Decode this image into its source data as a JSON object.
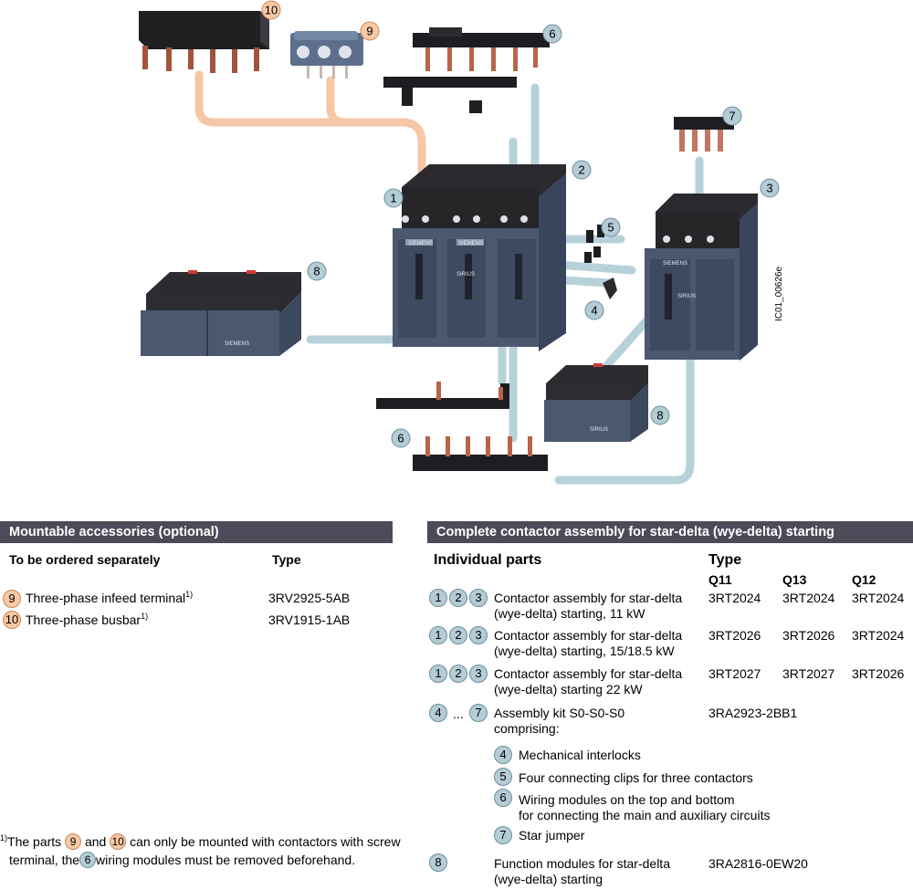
{
  "illustration": {
    "image_id_text": "IC01_00626e",
    "callouts": [
      "1",
      "2",
      "3",
      "4",
      "5",
      "6",
      "7",
      "8",
      "9",
      "10",
      "6",
      "8"
    ],
    "device_brand": "SIEMENS",
    "device_series": "SIRIUS"
  },
  "left_section": {
    "title": "Mountable accessories (optional)",
    "col_order": "To be ordered separately",
    "col_type": "Type",
    "rows": [
      {
        "num": "9",
        "label": "Three-phase infeed terminal",
        "sup": "1)",
        "type": "3RV2925-5AB"
      },
      {
        "num": "10",
        "label": "Three-phase busbar",
        "sup": "1)",
        "type": "3RV1915-1AB"
      }
    ]
  },
  "footnote": {
    "marker": "1)",
    "text_a": "The parts",
    "num_a": "9",
    "text_b": "and",
    "num_b": "10",
    "text_c": "can only be mounted with contactors with screw",
    "text_d": "terminal, the",
    "num_c": "6",
    "text_e": "wiring modules must be removed beforehand."
  },
  "right_section": {
    "title": "Complete contactor assembly for star-delta (wye-delta) starting",
    "col_parts": "Individual parts",
    "col_type": "Type",
    "sub_q11": "Q11",
    "sub_q13": "Q13",
    "sub_q12": "Q12",
    "rows": [
      {
        "nums": [
          "1",
          "2",
          "3"
        ],
        "line1": "Contactor assembly for star-delta",
        "line2": "(wye-delta) starting, 11 kW",
        "q11": "3RT2024",
        "q13": "3RT2024",
        "q12": "3RT2024"
      },
      {
        "nums": [
          "1",
          "2",
          "3"
        ],
        "line1": "Contactor assembly for star-delta",
        "line2": "(wye-delta) starting, 15/18.5 kW",
        "q11": "3RT2026",
        "q13": "3RT2026",
        "q12": "3RT2024"
      },
      {
        "nums": [
          "1",
          "2",
          "3"
        ],
        "line1": "Contactor assembly for star-delta",
        "line2": "(wye-delta) starting 22 kW",
        "q11": "3RT2027",
        "q13": "3RT2027",
        "q12": "3RT2026"
      }
    ],
    "kit": {
      "num_from": "4",
      "ellipsis": "...",
      "num_to": "7",
      "line1": "Assembly kit S0-S0-S0",
      "line2": "comprising:",
      "type": "3RA2923-2BB1"
    },
    "kit_items": [
      {
        "num": "4",
        "line1": "Mechanical interlocks",
        "line2": ""
      },
      {
        "num": "5",
        "line1": "Four connecting clips for three contactors",
        "line2": ""
      },
      {
        "num": "6",
        "line1": "Wiring modules on the top and bottom",
        "line2": "for connecting the main and auxiliary circuits"
      },
      {
        "num": "7",
        "line1": "Star jumper",
        "line2": ""
      }
    ],
    "function": {
      "num": "8",
      "line1": "Function modules for star-delta",
      "line2": "(wye-delta) starting",
      "type": "3RA2816-0EW20"
    }
  }
}
